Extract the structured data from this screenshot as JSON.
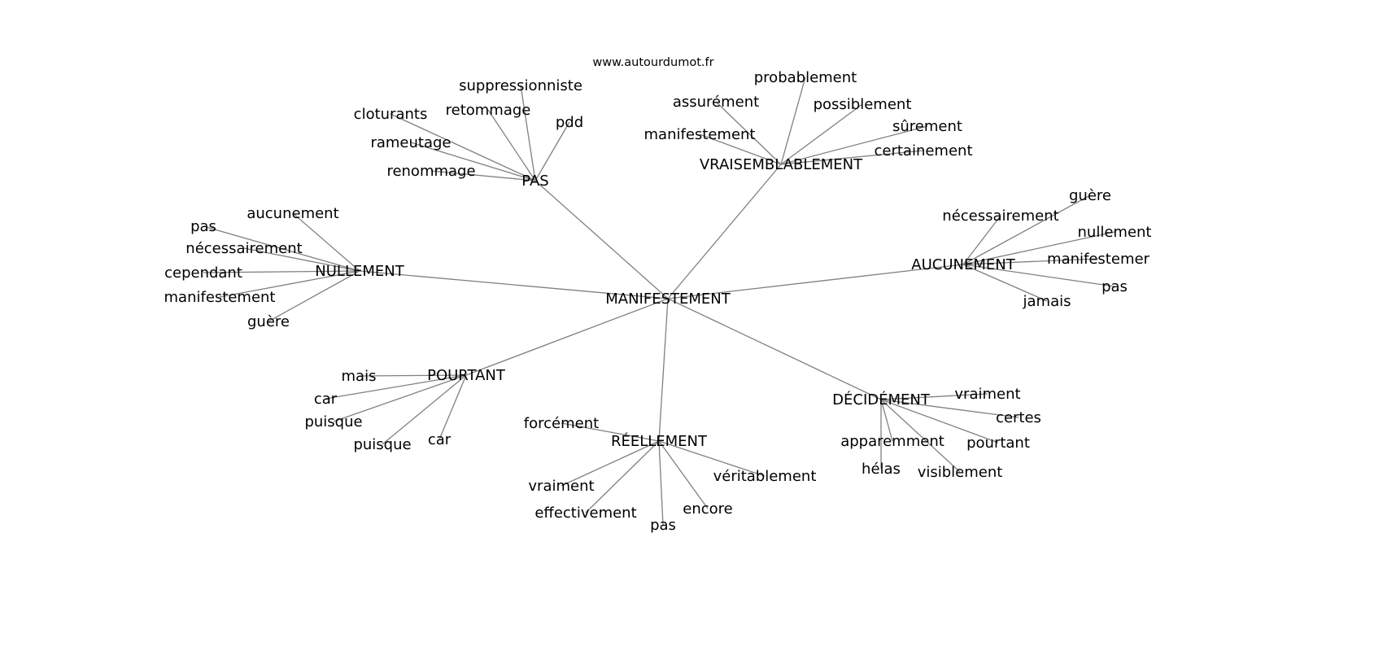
{
  "title": "www.autourdumot.fr",
  "root": "MANIFESTEMENT",
  "clusters": [
    {
      "hub": "PAS",
      "leaves": [
        "suppressionniste",
        "cloturants",
        "retommage",
        "pdd",
        "rameutage",
        "renommage"
      ]
    },
    {
      "hub": "VRAISEMBLABLEMENT",
      "leaves": [
        "probablement",
        "assurément",
        "possiblement",
        "sûrement",
        "manifestement",
        "certainement"
      ]
    },
    {
      "hub": "NULLEMENT",
      "leaves": [
        "aucunement",
        "pas",
        "nécessairement",
        "cependant",
        "manifestement",
        "guère"
      ]
    },
    {
      "hub": "AUCUNEMENT",
      "leaves": [
        "nécessairement",
        "guère",
        "nullement",
        "manifestemer",
        "pas",
        "jamais"
      ]
    },
    {
      "hub": "POURTANT",
      "leaves": [
        "mais",
        "car",
        "puisque",
        "puisque",
        "car"
      ]
    },
    {
      "hub": "RÉELLEMENT",
      "leaves": [
        "forcément",
        "véritablement",
        "vraiment",
        "effectivement",
        "pas",
        "encore"
      ]
    },
    {
      "hub": "DÉCIDÉMENT",
      "leaves": [
        "vraiment",
        "certes",
        "apparemment",
        "pourtant",
        "hélas",
        "visiblement"
      ]
    }
  ]
}
